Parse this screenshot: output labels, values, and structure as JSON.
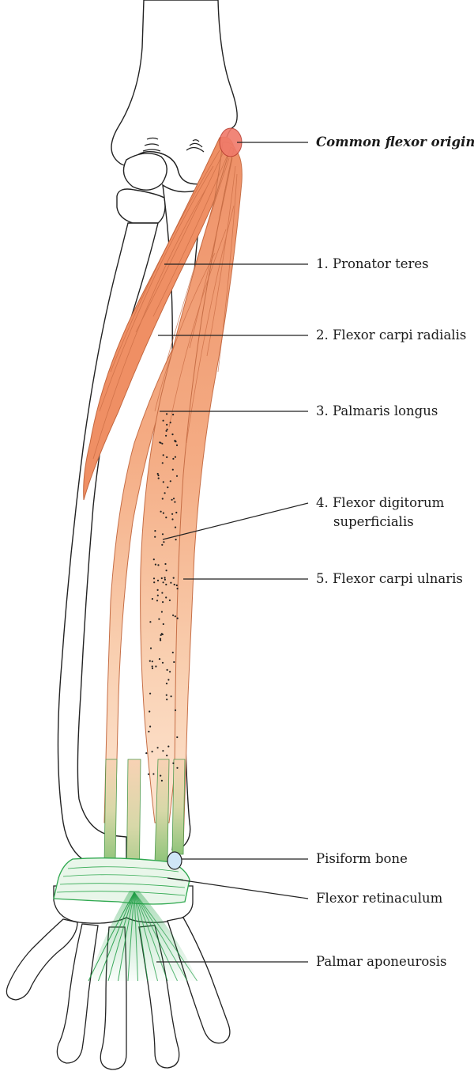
{
  "labels": {
    "common_flexor_origin": "Common flexor origin",
    "pronator_teres": "1. Pronator teres",
    "flexor_carpi_radialis": "2. Flexor carpi radialis",
    "palmaris_longus": "3. Palmaris longus",
    "fds_line1": "4. Flexor digitorum",
    "fds_line2": "superficialis",
    "flexor_carpi_ulnaris": "5. Flexor carpi ulnaris",
    "pisiform_bone": "Pisiform bone",
    "flexor_retinaculum": "Flexor retinaculum",
    "palmar_aponeurosis": "Palmar aponeurosis"
  },
  "colors": {
    "muscle": "#ee9570",
    "muscle_light": "#fbd7bf",
    "tendon": "#b9cf98",
    "origin": "#e8645a",
    "retinaculum": "#2fa84f",
    "aponeurosis": "#2fb45a",
    "pisiform": "#cfe6f7",
    "bone_outline": "#222222"
  }
}
